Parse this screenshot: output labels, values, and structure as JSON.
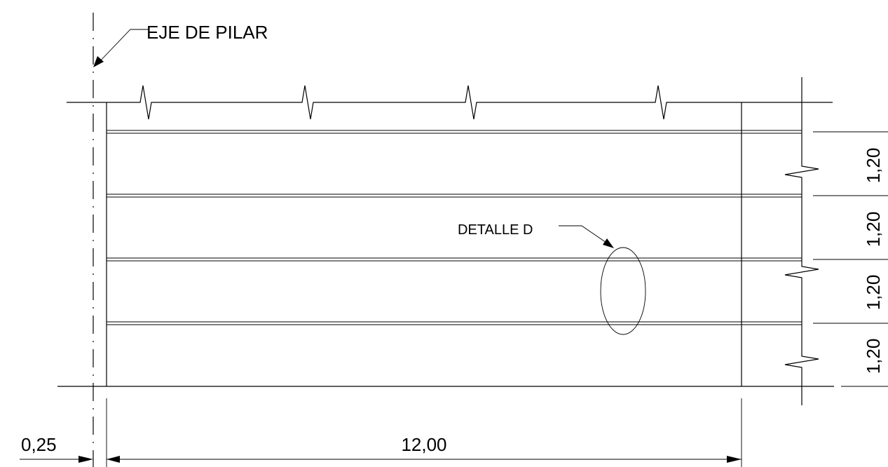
{
  "labels": {
    "axis_label": "EJE DE PILAR",
    "detail_label": "DETALLE D"
  },
  "dimensions": {
    "offset": "0,25",
    "span": "12,00",
    "rows": [
      "1,20",
      "1,20",
      "1,20",
      "1,20"
    ]
  }
}
